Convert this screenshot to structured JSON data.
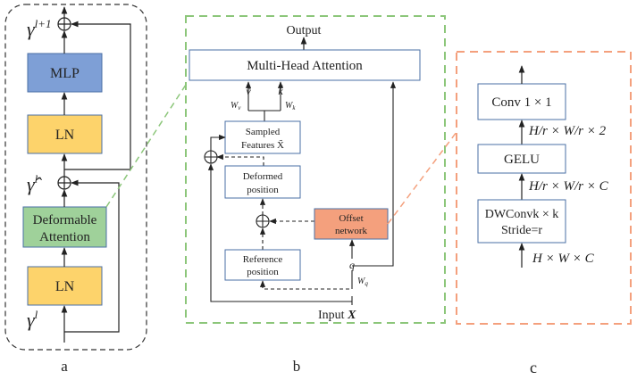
{
  "panel_a": {
    "label": "a",
    "gamma_out_base": "γ",
    "gamma_out_sup": "l+1",
    "gamma_hat_base": "γ̂",
    "gamma_hat_sup": "l",
    "gamma_in_base": "γ",
    "gamma_in_sup": "l",
    "mlp": "MLP",
    "ln_top": "LN",
    "deformable_line1": "Deformable",
    "deformable_line2": "Attention",
    "ln_bottom": "LN",
    "plus": "⊕"
  },
  "panel_b": {
    "label": "b",
    "output": "Output",
    "mha": "Multi-Head Attention",
    "v_tilde": "ṽ",
    "k_tilde": "k̃",
    "w_v": "W",
    "w_v_sub": "v",
    "w_k": "W",
    "w_k_sub": "k",
    "sampled_line1": "Sampled",
    "sampled_line2": "Features X̃",
    "deformed_line1": "Deformed",
    "deformed_line2": "position",
    "offset_line1": "Offset",
    "offset_line2": "network",
    "reference_line1": "Reference",
    "reference_line2": "position",
    "q": "q",
    "w_q": "W",
    "w_q_sub": "q",
    "input_prefix": "Input",
    "input_var": "X",
    "plus": "⊕"
  },
  "panel_c": {
    "label": "c",
    "conv": "Conv 1 × 1",
    "dim_top": "H/r × W/r × 2",
    "gelu": "GELU",
    "dim_mid": "H/r × W/r × C",
    "dwconv_line1": "DWConvk × k",
    "dwconv_line2": "Stride=r",
    "dim_in": "H × W × C"
  },
  "colors": {
    "mlp": "#7e9fd6",
    "ln": "#fdd36b",
    "deformable": "#9fd19a",
    "offset": "#f4a07d",
    "green_dash": "#8cc67a",
    "orange_dash": "#f4a07d",
    "box_stroke": "#4a6fa5"
  }
}
